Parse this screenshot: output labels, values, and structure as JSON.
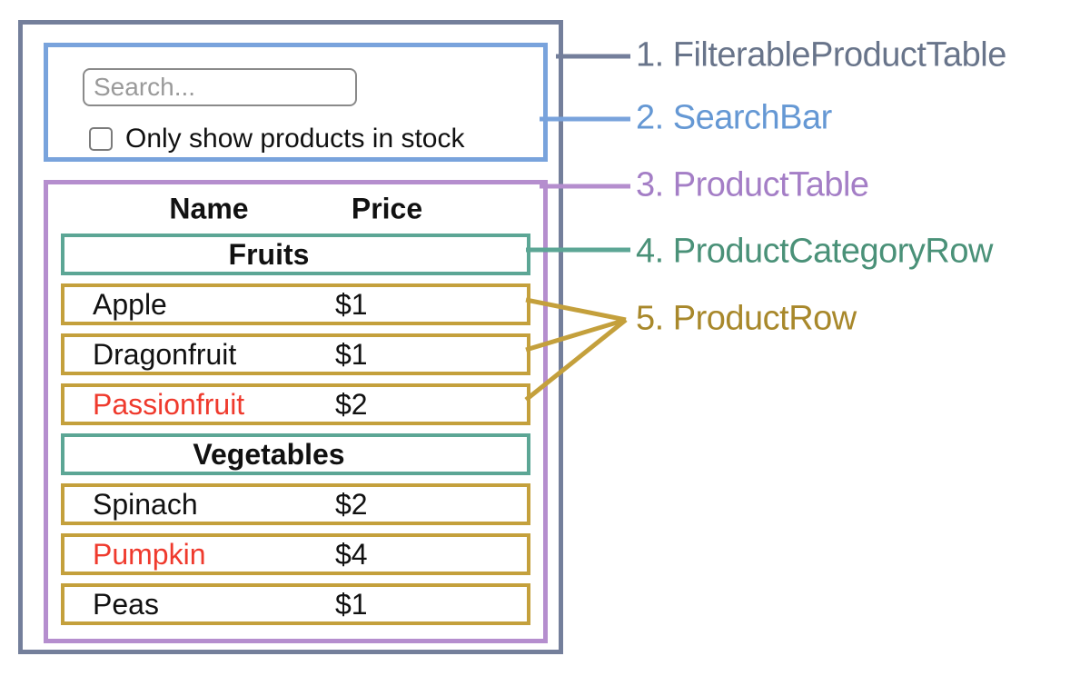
{
  "diagram": {
    "search": {
      "placeholder": "Search...",
      "checkbox_label": "Only show products in stock",
      "checkbox_checked": false
    },
    "table": {
      "columns": [
        "Name",
        "Price"
      ],
      "sections": [
        {
          "category": "Fruits",
          "products": [
            {
              "name": "Apple",
              "price": "$1",
              "out_of_stock": false
            },
            {
              "name": "Dragonfruit",
              "price": "$1",
              "out_of_stock": false
            },
            {
              "name": "Passionfruit",
              "price": "$2",
              "out_of_stock": true
            }
          ]
        },
        {
          "category": "Vegetables",
          "products": [
            {
              "name": "Spinach",
              "price": "$2",
              "out_of_stock": false
            },
            {
              "name": "Pumpkin",
              "price": "$4",
              "out_of_stock": true
            },
            {
              "name": "Peas",
              "price": "$1",
              "out_of_stock": false
            }
          ]
        }
      ]
    }
  },
  "legend": {
    "items": [
      {
        "label": "1. FilterableProductTable",
        "color": "#68748A"
      },
      {
        "label": "2. SearchBar",
        "color": "#6598D4"
      },
      {
        "label": "3. ProductTable",
        "color": "#A47EC6"
      },
      {
        "label": "4. ProductCategoryRow",
        "color": "#4A9178"
      },
      {
        "label": "5. ProductRow",
        "color": "#A8882B"
      }
    ]
  },
  "colors": {
    "outer_border": "#747F9B",
    "searchbar_border": "#79A3DC",
    "table_border": "#B58ECE",
    "category_border": "#5CA695",
    "row_border": "#C4A03C",
    "out_of_stock_text": "#EF3A2D"
  }
}
